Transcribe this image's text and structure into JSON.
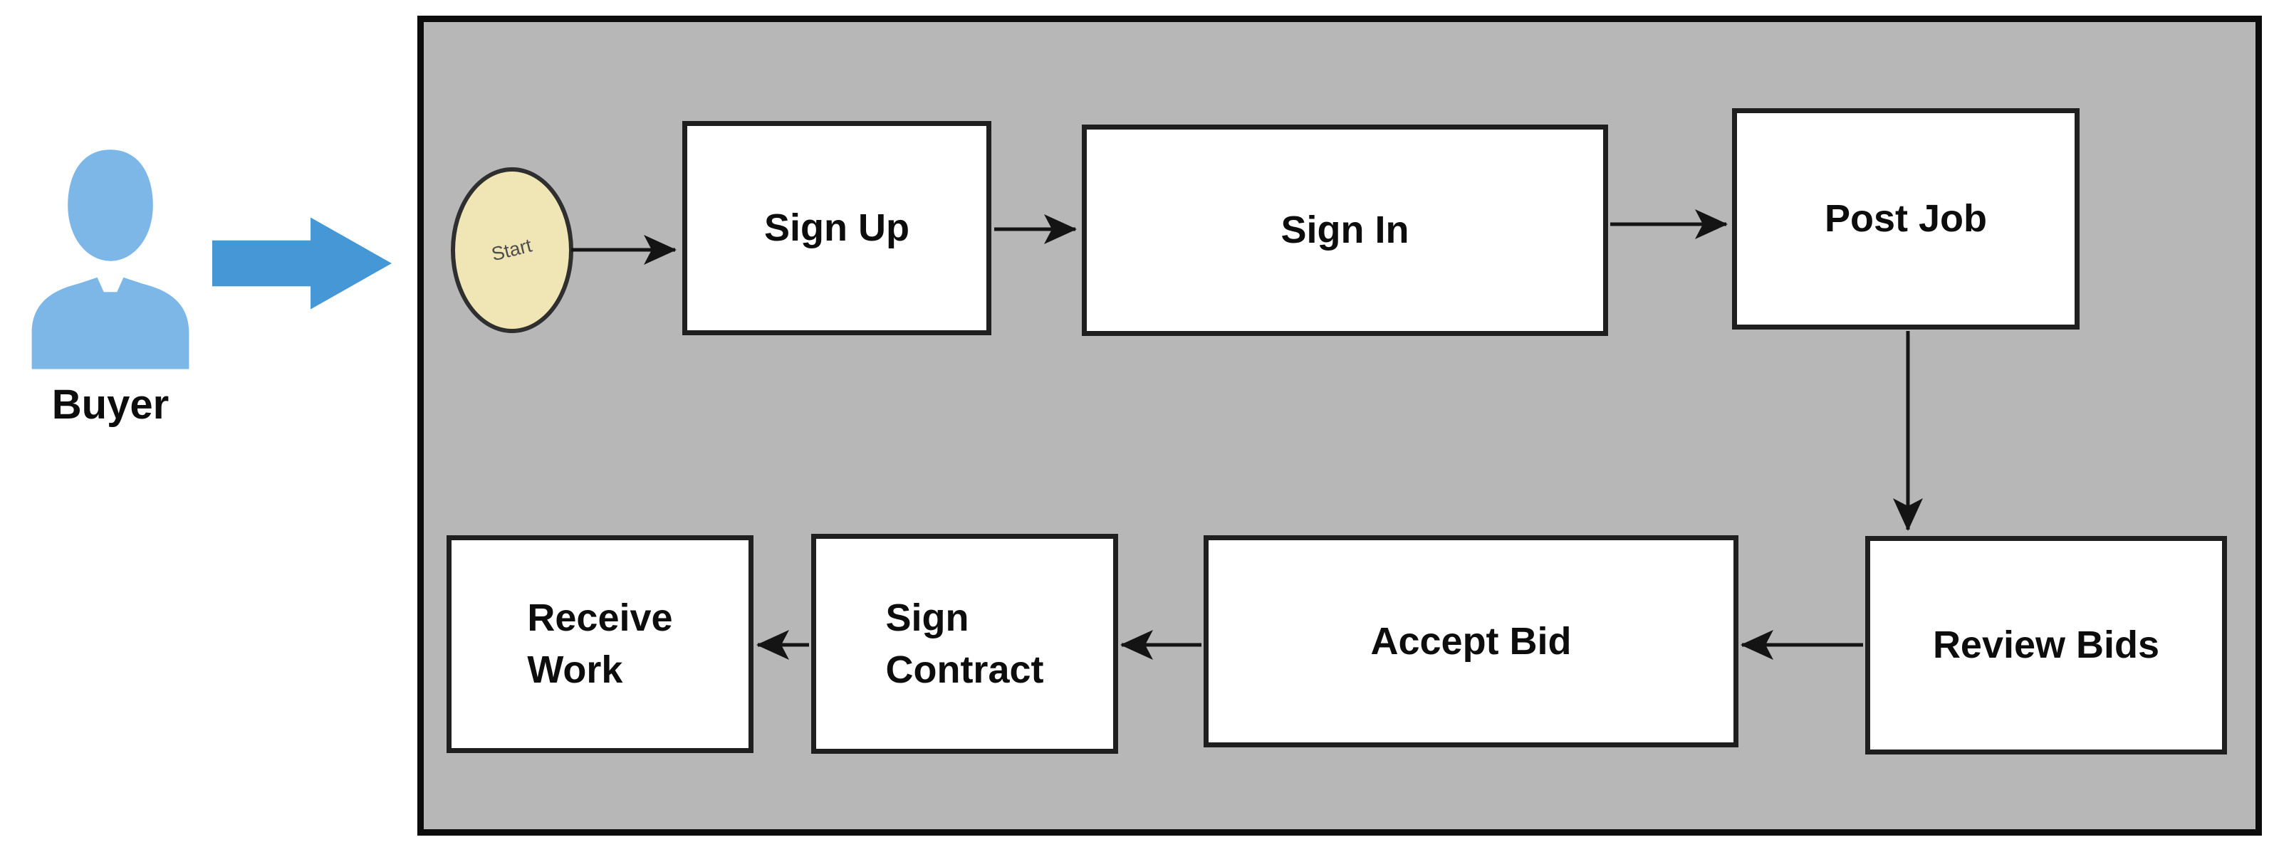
{
  "actor": {
    "label": "Buyer",
    "icon": "person-icon"
  },
  "flow": {
    "start": {
      "label": "Start",
      "shape": "oval"
    },
    "nodes": [
      {
        "id": "sign-up",
        "label": "Sign Up"
      },
      {
        "id": "sign-in",
        "label": "Sign In"
      },
      {
        "id": "post-job",
        "label": "Post Job"
      },
      {
        "id": "review-bids",
        "label": "Review Bids"
      },
      {
        "id": "accept-bid",
        "label": "Accept Bid"
      },
      {
        "id": "sign-contract",
        "label": "Sign\nContract"
      },
      {
        "id": "receive-work",
        "label": "Receive\nWork"
      }
    ],
    "edges": [
      [
        "Buyer",
        "Start"
      ],
      [
        "Start",
        "Sign Up"
      ],
      [
        "Sign Up",
        "Sign In"
      ],
      [
        "Sign In",
        "Post Job"
      ],
      [
        "Post Job",
        "Review Bids"
      ],
      [
        "Review Bids",
        "Accept Bid"
      ],
      [
        "Accept Bid",
        "Sign Contract"
      ],
      [
        "Sign Contract",
        "Receive Work"
      ]
    ]
  },
  "colors": {
    "panelGray": "#b7b7b7",
    "startFill": "#f0e6b5",
    "startText": "#4d4d4d",
    "actorBlue": "#7db7e8",
    "flowBlue": "#4597d6"
  }
}
